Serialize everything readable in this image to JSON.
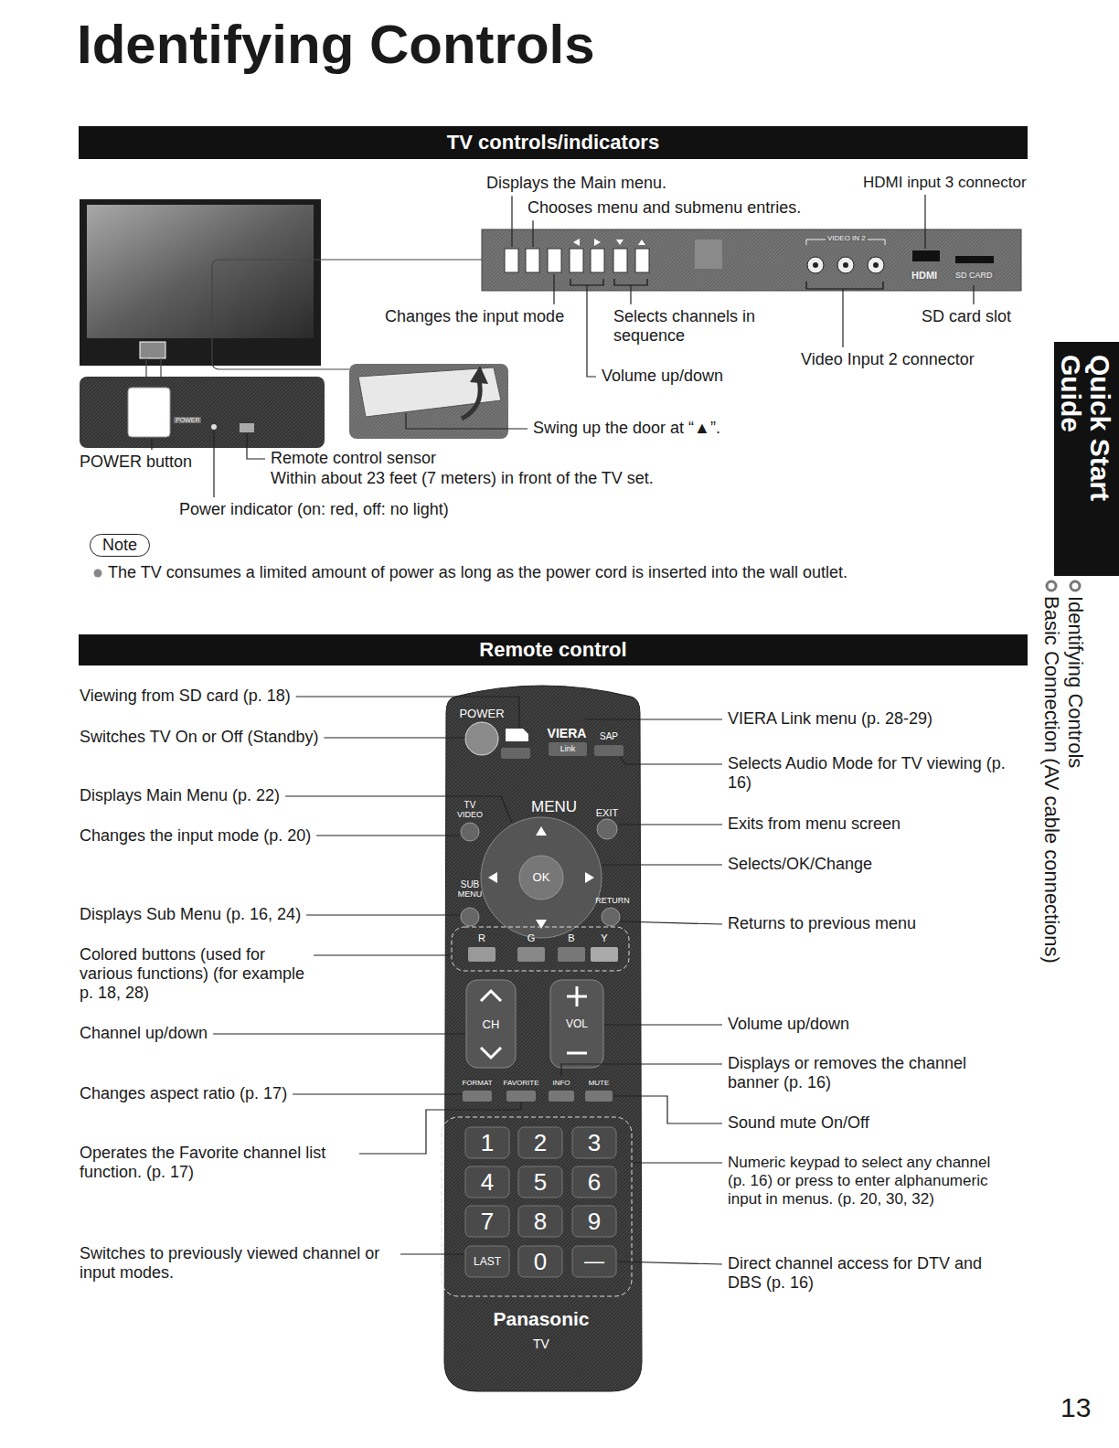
{
  "diagram": {
    "title": "Identifying Controls",
    "nodes": [
      {
        "text": [
          "TV controls/indicators"
        ]
      },
      {
        "text": [
          "Note"
        ]
      },
      {
        "text": [
          "Remote control"
        ]
      },
      {
        "text": [
          "Quick Start Guide"
        ]
      }
    ],
    "labels": [
      "Displays the Main menu.",
      "Chooses menu and submenu entries.",
      "HDMI input 3 connector",
      "VIDEO IN 2",
      "HDMI",
      "SD CARD",
      "Changes the input mode",
      "Selects channels in sequence",
      "SD card slot",
      "Video Input 2 connector",
      "Volume up/down",
      "POWER",
      "Swing up the door at “▲”.",
      "POWER button",
      "Remote control sensor",
      "Within about 23 feet (7 meters) in front of the TV set.",
      "Power indicator (on: red, off: no light)",
      "The TV consumes a limited amount of power as long as the power cord is inserted into the wall outlet.",
      "Viewing from SD card (p. 18)",
      "Switches TV On or Off (Standby)",
      "Displays Main Menu (p. 22)",
      "Changes the input mode (p. 20)",
      "Displays Sub Menu (p. 16, 24)",
      "Colored buttons (used for various functions) (for example p. 18, 28)",
      "Channel up/down",
      "Changes aspect ratio (p. 17)",
      "Operates the Favorite channel list function. (p. 17)",
      "Switches to previously viewed channel or input modes.",
      "VIERA Link menu (p. 28-29)",
      "Selects Audio Mode for TV viewing (p. 16)",
      "Exits from menu screen",
      "Selects/OK/Change",
      "Returns to previous menu",
      "Volume up/down",
      "Displays or removes the channel banner (p. 16)",
      "Sound mute On/Off",
      "Numeric keypad to select any channel (p. 16) or press to enter alphanumeric input in menus. (p. 20, 30, 32)",
      "Direct channel access for DTV and DBS (p. 16)",
      "POWER",
      "VIERA",
      "Link",
      "SAP",
      "TV",
      "VIDEO",
      "MENU",
      "EXIT",
      "OK",
      "SUB",
      "MENU",
      "RETURN",
      "R",
      "G",
      "B",
      "Y",
      "CH",
      "VOL",
      "FORMAT",
      "FAVORITE",
      "INFO",
      "MUTE",
      "1",
      "2",
      "3",
      "4",
      "5",
      "6",
      "7",
      "8",
      "9",
      "LAST",
      "0",
      "—",
      "Panasonic",
      "TV",
      "Identifying Controls",
      "Basic Connection (AV cable connections)",
      "13"
    ]
  }
}
